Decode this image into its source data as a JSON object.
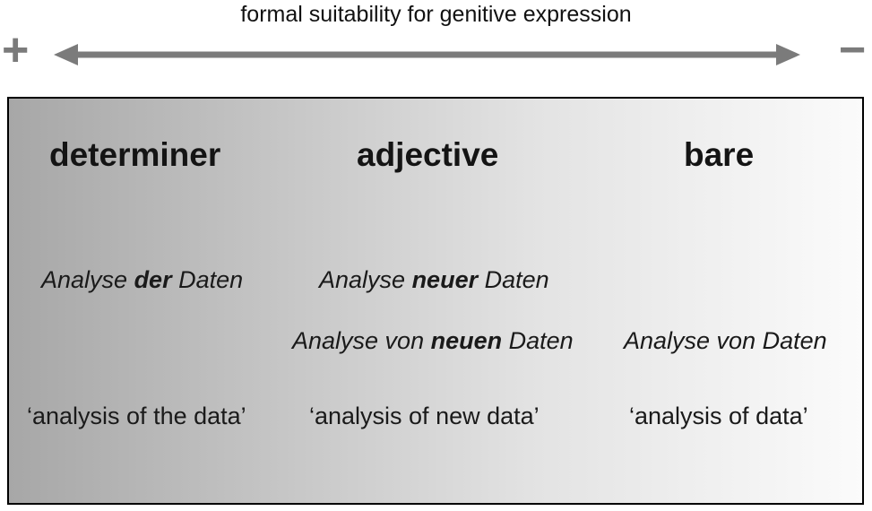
{
  "title": "formal suitability for genitive expression",
  "scale": {
    "plus_label": "+",
    "minus_label": "−"
  },
  "columns": {
    "determiner": "determiner",
    "adjective": "adjective",
    "bare": "bare"
  },
  "examples": [
    {
      "pre": "Analyse ",
      "bold": "der",
      "post": " Daten"
    },
    {
      "pre": "Analyse ",
      "bold": "neuer",
      "post": " Daten"
    },
    {
      "pre": "Analyse von ",
      "bold": "neuen",
      "post": " Daten"
    },
    {
      "pre": "Analyse von Daten",
      "bold": "",
      "post": ""
    }
  ],
  "glosses": [
    "‘analysis of the data’",
    "‘analysis of new data’",
    "‘analysis of data’"
  ],
  "colors": {
    "arrow": "#7b7b7b",
    "box_left": "#a7a7a7",
    "box_right": "#fbfbfb",
    "border": "#000000"
  }
}
